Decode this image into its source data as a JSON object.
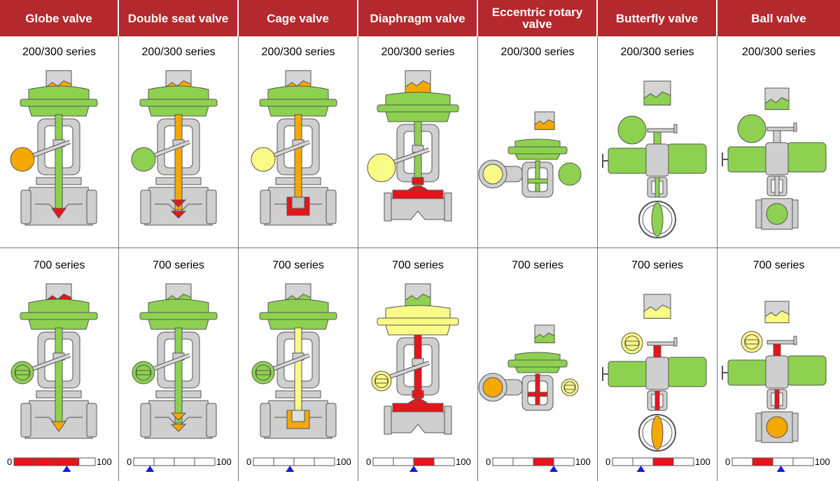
{
  "colors": {
    "header": "#b4292e",
    "green": "#8ed150",
    "orange": "#f5a800",
    "yellow": "#fafa87",
    "red": "#e8141b",
    "gray": "#cfcfcf",
    "blue": "#1a1adb"
  },
  "columns": [
    {
      "title": "Globe valve",
      "type": "globe"
    },
    {
      "title": "Double seat valve",
      "type": "double"
    },
    {
      "title": "Cage valve",
      "type": "cage"
    },
    {
      "title": "Diaphragm valve",
      "type": "diaphragm"
    },
    {
      "title": "Eccentric rotary valve",
      "type": "eccentric"
    },
    {
      "title": "Butterfly valve",
      "type": "butterfly"
    },
    {
      "title": "Ball valve",
      "type": "ball"
    }
  ],
  "rows": [
    {
      "series_label": "200/300 series",
      "cells": [
        {
          "status_icon": "orange",
          "actuator": "green",
          "positioner": "orange",
          "stem": "green",
          "plug": "red"
        },
        {
          "status_icon": "orange",
          "actuator": "green",
          "positioner": "green",
          "stem": "orange",
          "plug": "red"
        },
        {
          "status_icon": "orange",
          "actuator": "green",
          "positioner": "yellow",
          "stem": "orange",
          "plug": "red"
        },
        {
          "status_icon": "orange",
          "actuator": "green",
          "positioner": "yellow",
          "stem": "green",
          "plug": "red"
        },
        {
          "status_icon": "orange",
          "actuator": "green",
          "positioner": "yellow",
          "stem": "green",
          "plug": "green"
        },
        {
          "status_icon": "green",
          "actuator": "green",
          "positioner": "green",
          "stem": "green",
          "plug": "green"
        },
        {
          "status_icon": "green",
          "actuator": "green",
          "positioner": "green",
          "stem": "gray",
          "plug": "green"
        }
      ]
    },
    {
      "series_label": "700 series",
      "cells": [
        {
          "status_icon": "red",
          "actuator": "green",
          "positioner": "green",
          "stem": "green",
          "plug": "orange",
          "scale_fill": [
            0,
            0.8
          ],
          "marker": 0.65
        },
        {
          "status_icon": "green",
          "actuator": "green",
          "positioner": "green",
          "stem": "green",
          "plug": "orange",
          "scale_fill": null,
          "marker": 0.2
        },
        {
          "status_icon": "green",
          "actuator": "green",
          "positioner": "green",
          "stem": "yellow",
          "plug": "orange",
          "scale_fill": null,
          "marker": 0.45
        },
        {
          "status_icon": "green",
          "actuator": "yellow",
          "positioner": "yellow",
          "stem": "red",
          "plug": "red",
          "scale_fill": [
            0.5,
            0.75
          ],
          "marker": 0.5
        },
        {
          "status_icon": "green",
          "actuator": "green",
          "positioner": "yellow",
          "stem": "red",
          "plug": "orange",
          "scale_fill": [
            0.5,
            0.75
          ],
          "marker": 0.75
        },
        {
          "status_icon": "yellow",
          "actuator": "green",
          "positioner": "yellow",
          "stem": "red",
          "plug": "orange",
          "scale_fill": [
            0.5,
            0.75
          ],
          "marker": 0.35
        },
        {
          "status_icon": "yellow",
          "actuator": "green",
          "positioner": "yellow",
          "stem": "red",
          "plug": "orange",
          "scale_fill": [
            0.25,
            0.5
          ],
          "marker": 0.6
        }
      ]
    }
  ],
  "scale": {
    "min_label": "0",
    "max_label": "100"
  }
}
